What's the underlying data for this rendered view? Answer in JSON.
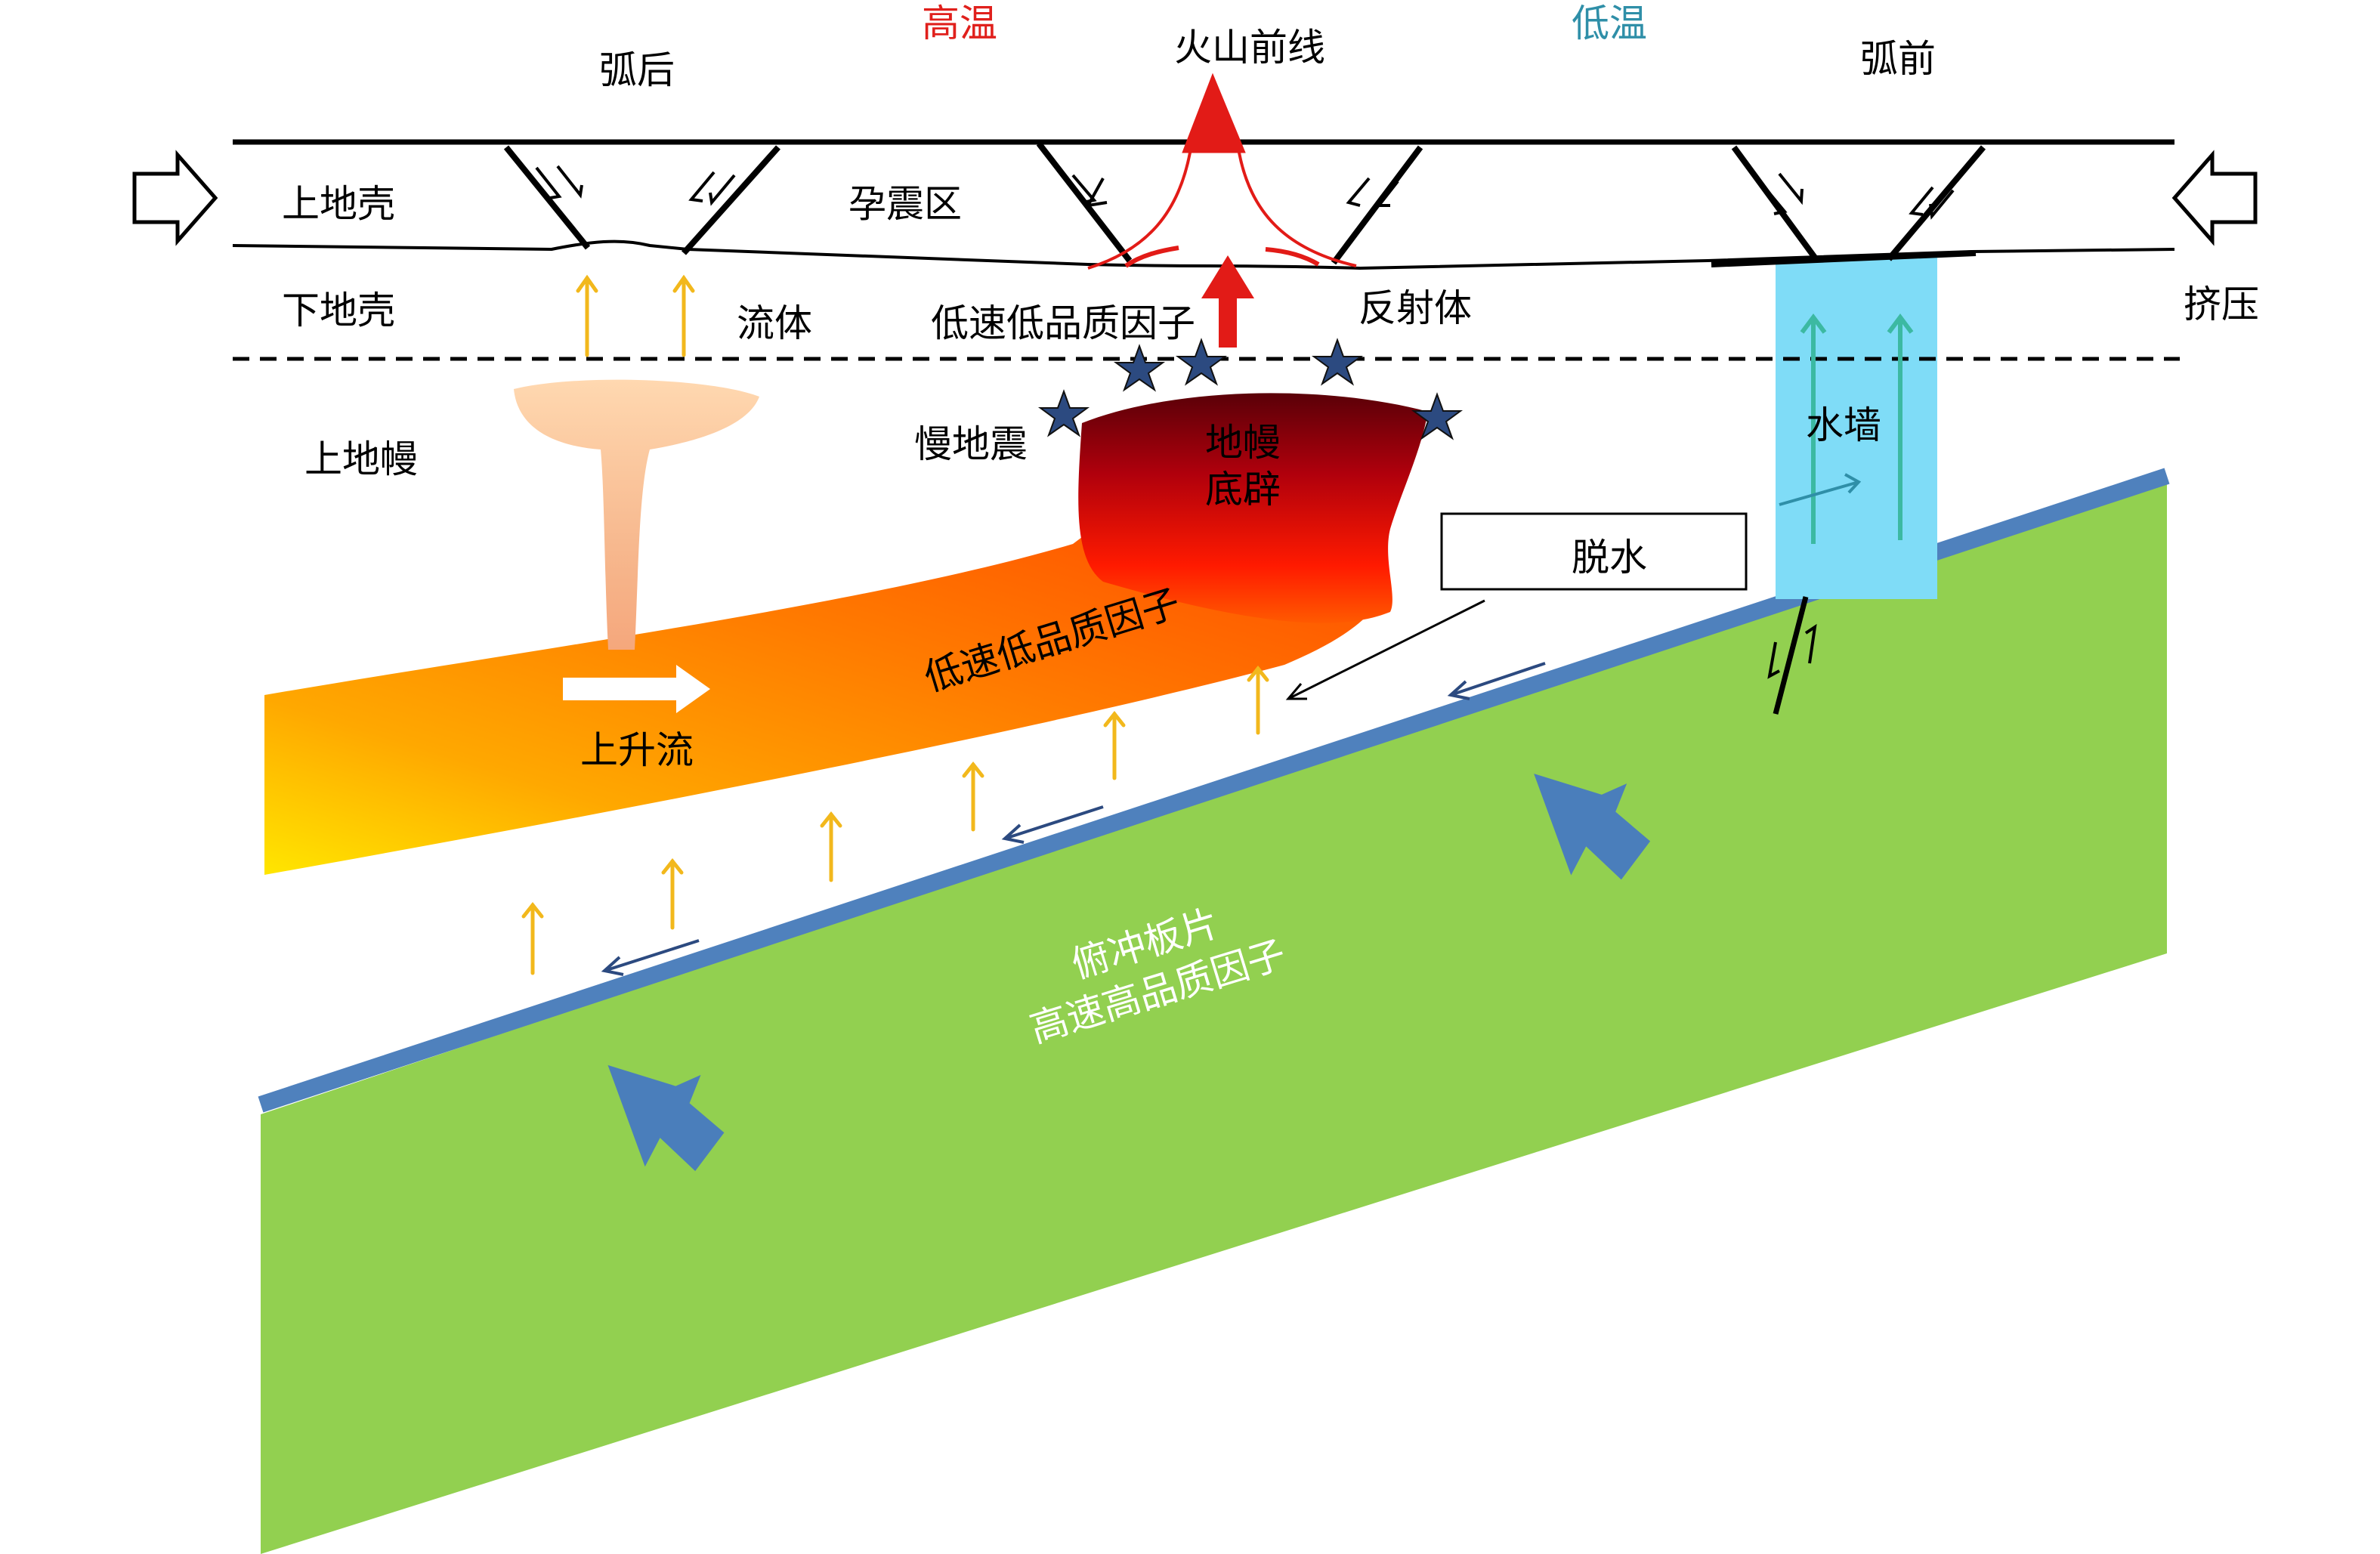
{
  "labels": {
    "high_temp": "高温",
    "low_temp": "低温",
    "volcanic_front": "火山前线",
    "back_arc": "弧后",
    "fore_arc": "弧前",
    "upper_crust": "上地壳",
    "seismogenic_zone": "孕震区",
    "lower_crust": "下地壳",
    "fluid": "流体",
    "low_v_low_q_crust": "低速低品质因子",
    "reflector": "反射体",
    "compression": "挤压",
    "upper_mantle": "上地幔",
    "slow_earthquake": "慢地震",
    "diapir_line1": "地幔",
    "diapir_line2": "底辟",
    "water_wall": "水墙",
    "dehydration": "脱水",
    "low_v_low_q_mantle": "低速低品质因子",
    "upwelling": "上升流",
    "slab_line1": "俯冲板片",
    "slab_line2": "高速高品质因子"
  },
  "colors": {
    "high_temp": "#e0201c",
    "low_temp": "#2f8fa8",
    "slab": "#92d050",
    "slab_top": "#4f81bd",
    "water_wall": "#7fdcf7",
    "plate_arrow": "#4a7ebb",
    "fluid_arrow": "#f2b81c",
    "star": "#2c4a80",
    "volcano": "#e21b17"
  }
}
